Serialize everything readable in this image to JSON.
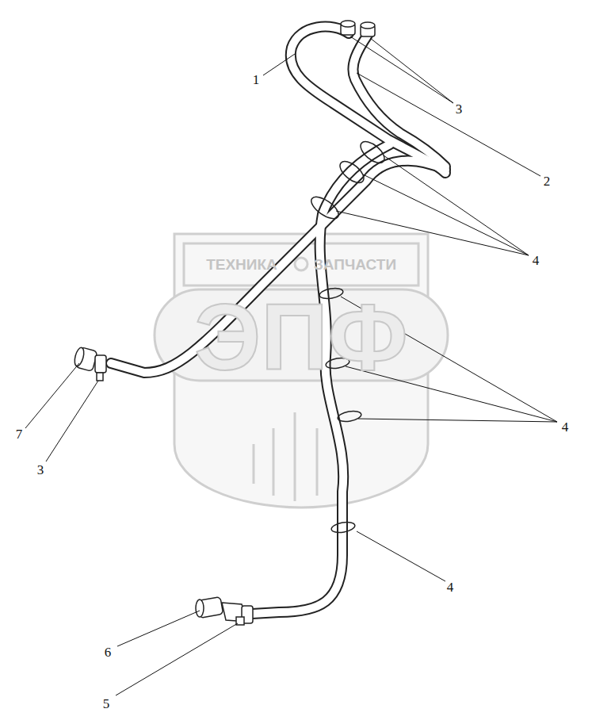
{
  "diagram": {
    "labels": [
      "1",
      "3",
      "2",
      "4",
      "ТЕХНИКА",
      "ЗАПЧАСТИ",
      "ЭПФ",
      "4",
      "7",
      "3",
      "4",
      "6",
      "5"
    ]
  }
}
